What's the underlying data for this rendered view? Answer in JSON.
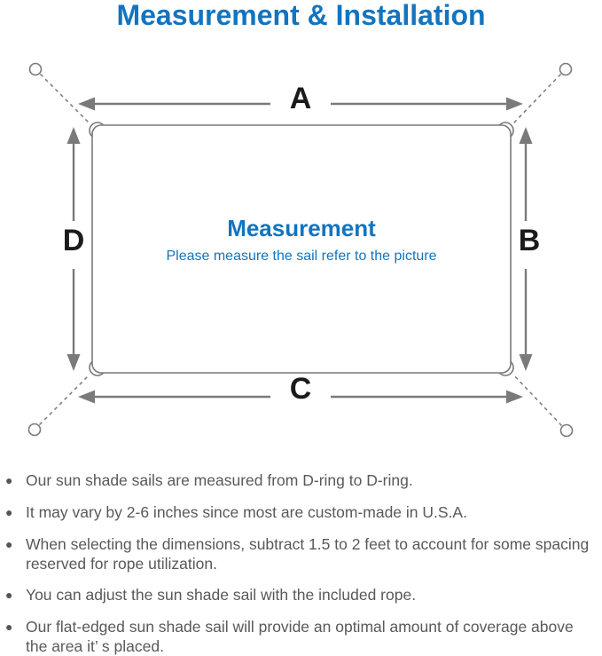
{
  "title": "Measurement & Installation",
  "diagram": {
    "center_title": "Measurement",
    "center_subtitle": "Please measure the sail refer to the picture",
    "dimension_labels": {
      "top": "A",
      "right": "B",
      "bottom": "C",
      "left": "D"
    }
  },
  "list": {
    "bullet_char": "●"
  },
  "notes": [
    "Our sun shade sails are measured from D-ring to D-ring.",
    "It may vary by 2-6 inches since most are custom-made in U.S.A.",
    "When selecting the dimensions, subtract 1.5 to 2 feet to account for some spacing reserved for rope utilization.",
    "You can adjust the sun shade sail with the included rope.",
    "Our flat-edged sun shade sail will provide an optimal amount of coverage above the area it’ s placed."
  ],
  "colors": {
    "accent": "#1374bf",
    "line": "#7a7a7a",
    "label": "#1b1b1b",
    "note": "#595959",
    "bullet": "#555555",
    "background": "#ffffff"
  }
}
